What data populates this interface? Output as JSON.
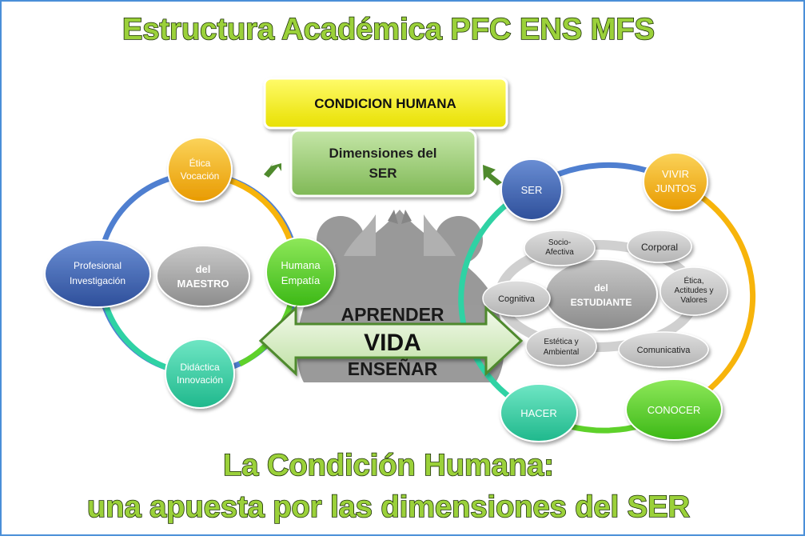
{
  "title": "Estructura Académica PFC ENS MFS",
  "subtitle_line1": "La Condición Humana:",
  "subtitle_line2": "una apuesta por las dimensiones del SER",
  "top": {
    "condicion": "CONDICION HUMANA",
    "dimensiones_line1": "Dimensiones del",
    "dimensiones_line2": "SER"
  },
  "center": {
    "aprender": "APRENDER",
    "vida": "VIDA",
    "ensenar": "ENSEÑAR"
  },
  "maestro": {
    "center_line1": "del",
    "center_line2": "MAESTRO",
    "nodes": [
      {
        "line1": "Ética",
        "line2": "Vocación"
      },
      {
        "line1": "Humana",
        "line2": "Empatía"
      },
      {
        "line1": "Didáctica",
        "line2": "Innovación"
      },
      {
        "line1": "Profesional",
        "line2": "Investigación"
      }
    ]
  },
  "estudiante": {
    "center_line1": "del",
    "center_line2": "ESTUDIANTE",
    "outer_nodes": [
      {
        "line1": "SER",
        "line2": ""
      },
      {
        "line1": "VIVIR",
        "line2": "JUNTOS"
      },
      {
        "line1": "CONOCER",
        "line2": ""
      },
      {
        "line1": "HACER",
        "line2": ""
      }
    ],
    "inner_nodes": [
      {
        "line1": "Socio-",
        "line2": "Afectiva",
        "line3": ""
      },
      {
        "line1": "Corporal",
        "line2": "",
        "line3": ""
      },
      {
        "line1": "Ética,",
        "line2": "Actitudes y",
        "line3": "Valores"
      },
      {
        "line1": "Comunicativa",
        "line2": "",
        "line3": ""
      },
      {
        "line1": "Estética y",
        "line2": "Ambiental",
        "line3": ""
      },
      {
        "line1": "Cognitiva",
        "line2": "",
        "line3": ""
      }
    ]
  },
  "colors": {
    "title_fill": "#9bd13a",
    "title_outline": "#1a2d08",
    "yellow": "#f5f200",
    "green_box": "#9ccc78",
    "orange": "#f7b40b",
    "lime": "#5ed12a",
    "teal": "#2fd2a4",
    "blue": "#3b63b4",
    "gray": "#a6a6a6",
    "arrow_green": "#4f8a2d"
  }
}
